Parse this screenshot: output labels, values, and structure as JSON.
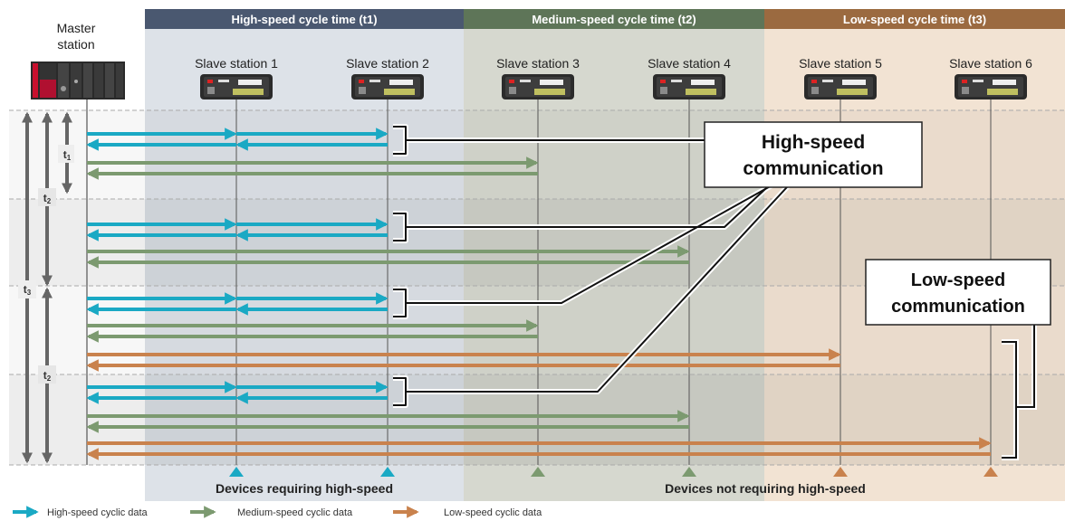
{
  "header": {
    "master_line1": "Master",
    "master_line2": "station",
    "band_high": "High-speed cycle time (t1)",
    "band_medium": "Medium-speed cycle time (t2)",
    "band_low": "Low-speed cycle time (t3)"
  },
  "slaves": [
    "Slave station 1",
    "Slave station 2",
    "Slave station 3",
    "Slave station 4",
    "Slave station 5",
    "Slave station 6"
  ],
  "time_labels": {
    "t1": "t1",
    "t2a": "t2",
    "t3": "t3",
    "t2b": "t2"
  },
  "callouts": {
    "high_line1": "High-speed",
    "high_line2": "communication",
    "low_line1": "Low-speed",
    "low_line2": "communication"
  },
  "bottom": {
    "requiring": "Devices requiring high-speed",
    "not_requiring": "Devices not requiring high-speed"
  },
  "legend": {
    "high": "High-speed cyclic data",
    "medium": "Medium-speed cyclic data",
    "low": "Low-speed cyclic data"
  },
  "colors": {
    "high": "#1aa9c4",
    "medium": "#7c9a70",
    "low": "#c9824d",
    "band_high": "#4a5870",
    "band_medium": "#5e7558",
    "band_low": "#9b6a40"
  }
}
